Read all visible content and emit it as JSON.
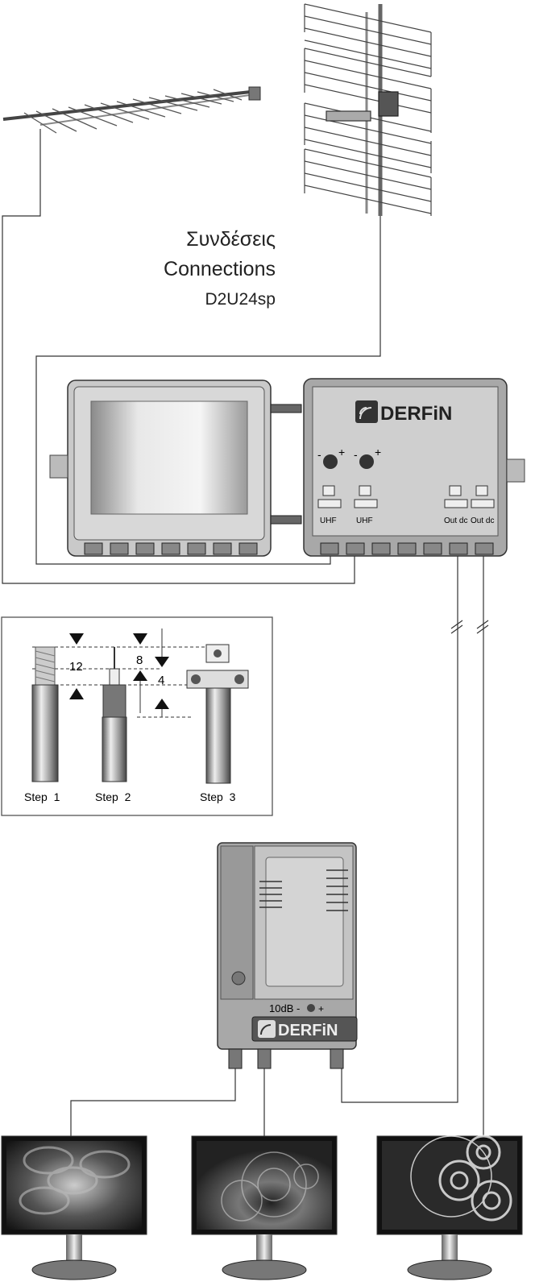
{
  "title": {
    "greek": "Συνδέσεις",
    "english": "Connections",
    "model": "D2U24sp"
  },
  "amplifier": {
    "brand": "DERFiN",
    "inputs": [
      "UHF",
      "UHF"
    ],
    "outputs": [
      "Out dc",
      "Out dc"
    ]
  },
  "steps": {
    "labels": [
      "Step  1",
      "Step  2",
      "Step  3"
    ],
    "dimensions": [
      "12",
      "8",
      "4"
    ]
  },
  "splitter": {
    "attenuation_label": "10dB -",
    "plus": "+",
    "brand": "DERFiN"
  },
  "colors": {
    "line": "#333333",
    "housing_grey": "#a8a8a8",
    "dark_panel": "#3a3a3a"
  }
}
